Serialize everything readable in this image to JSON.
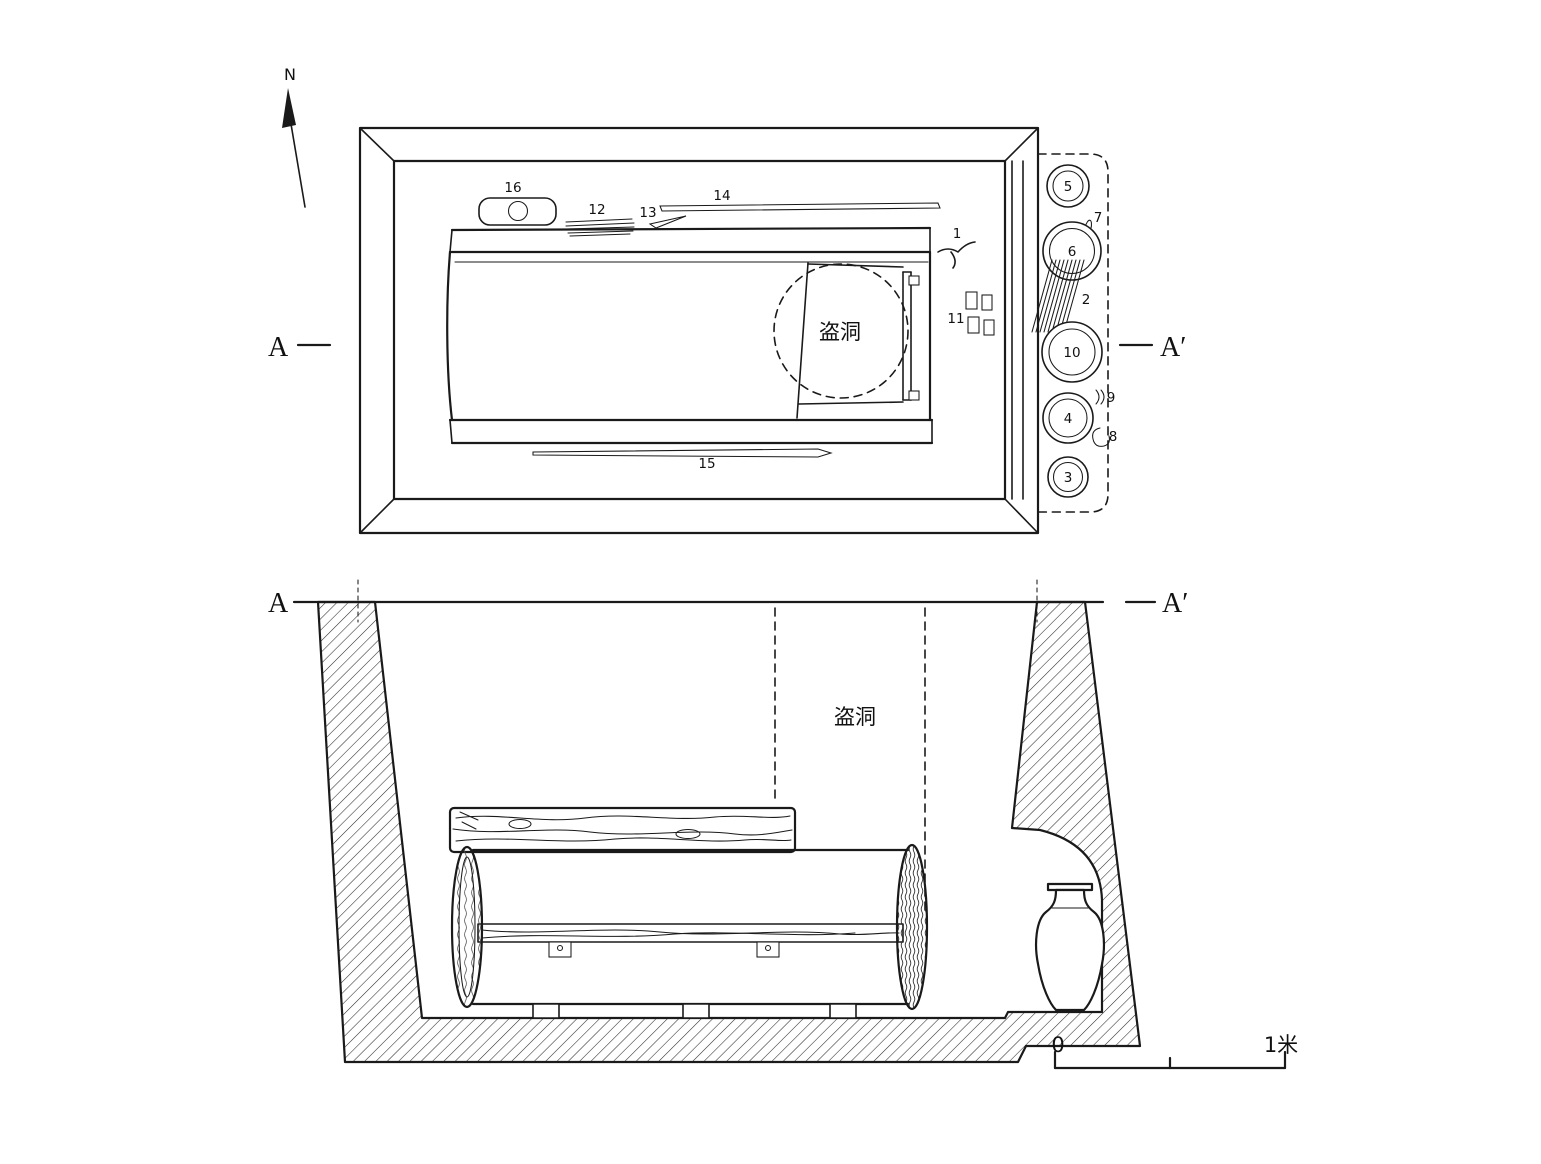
{
  "compass": {
    "label": "N"
  },
  "plan": {
    "section_left": "A",
    "section_right": "A′",
    "robber_hole": "盗洞",
    "labels": {
      "1": "1",
      "2": "2",
      "3": "3",
      "4": "4",
      "5": "5",
      "6": "6",
      "7": "7",
      "8": "8",
      "9": "9",
      "10": "10",
      "11": "11",
      "12": "12",
      "13": "13",
      "14": "14",
      "15": "15",
      "16": "16"
    }
  },
  "section": {
    "label_left": "A",
    "label_right": "A′",
    "robber_hole": "盗洞"
  },
  "scale": {
    "zero": "0",
    "one_meter": "1米"
  },
  "colors": {
    "line": "#1a1a1a",
    "background": "#ffffff"
  }
}
